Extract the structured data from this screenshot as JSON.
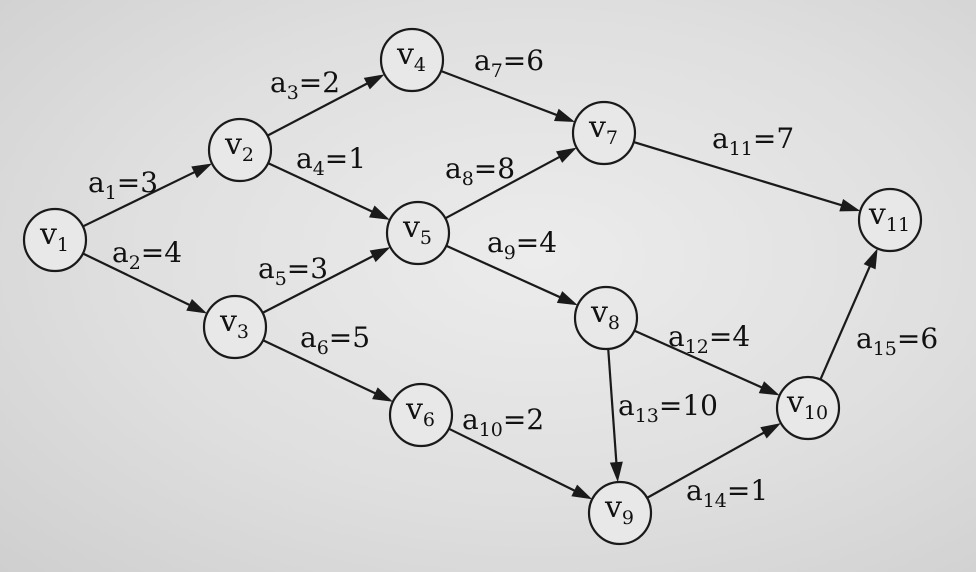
{
  "diagram": {
    "nodes": [
      {
        "id": "v1",
        "base": "v",
        "sub": "1"
      },
      {
        "id": "v2",
        "base": "v",
        "sub": "2"
      },
      {
        "id": "v3",
        "base": "v",
        "sub": "3"
      },
      {
        "id": "v4",
        "base": "v",
        "sub": "4"
      },
      {
        "id": "v5",
        "base": "v",
        "sub": "5"
      },
      {
        "id": "v6",
        "base": "v",
        "sub": "6"
      },
      {
        "id": "v7",
        "base": "v",
        "sub": "7"
      },
      {
        "id": "v8",
        "base": "v",
        "sub": "8"
      },
      {
        "id": "v9",
        "base": "v",
        "sub": "9"
      },
      {
        "id": "v10",
        "base": "v",
        "sub": "10"
      },
      {
        "id": "v11",
        "base": "v",
        "sub": "11"
      }
    ],
    "edges": [
      {
        "id": "a1",
        "from": "v1",
        "to": "v2",
        "base": "a",
        "sub": "1",
        "weight": "3"
      },
      {
        "id": "a2",
        "from": "v1",
        "to": "v3",
        "base": "a",
        "sub": "2",
        "weight": "4"
      },
      {
        "id": "a3",
        "from": "v2",
        "to": "v4",
        "base": "a",
        "sub": "3",
        "weight": "2"
      },
      {
        "id": "a4",
        "from": "v2",
        "to": "v5",
        "base": "a",
        "sub": "4",
        "weight": "1"
      },
      {
        "id": "a5",
        "from": "v3",
        "to": "v5",
        "base": "a",
        "sub": "5",
        "weight": "3"
      },
      {
        "id": "a6",
        "from": "v3",
        "to": "v6",
        "base": "a",
        "sub": "6",
        "weight": "5"
      },
      {
        "id": "a7",
        "from": "v4",
        "to": "v7",
        "base": "a",
        "sub": "7",
        "weight": "6"
      },
      {
        "id": "a8",
        "from": "v5",
        "to": "v7",
        "base": "a",
        "sub": "8",
        "weight": "8"
      },
      {
        "id": "a9",
        "from": "v5",
        "to": "v8",
        "base": "a",
        "sub": "9",
        "weight": "4"
      },
      {
        "id": "a10",
        "from": "v6",
        "to": "v9",
        "base": "a",
        "sub": "10",
        "weight": "2"
      },
      {
        "id": "a11",
        "from": "v7",
        "to": "v11",
        "base": "a",
        "sub": "11",
        "weight": "7"
      },
      {
        "id": "a12",
        "from": "v8",
        "to": "v10",
        "base": "a",
        "sub": "12",
        "weight": "4"
      },
      {
        "id": "a13",
        "from": "v8",
        "to": "v9",
        "base": "a",
        "sub": "13",
        "weight": "10"
      },
      {
        "id": "a14",
        "from": "v9",
        "to": "v10",
        "base": "a",
        "sub": "14",
        "weight": "1"
      },
      {
        "id": "a15",
        "from": "v10",
        "to": "v11",
        "base": "a",
        "sub": "15",
        "weight": "6"
      }
    ]
  }
}
